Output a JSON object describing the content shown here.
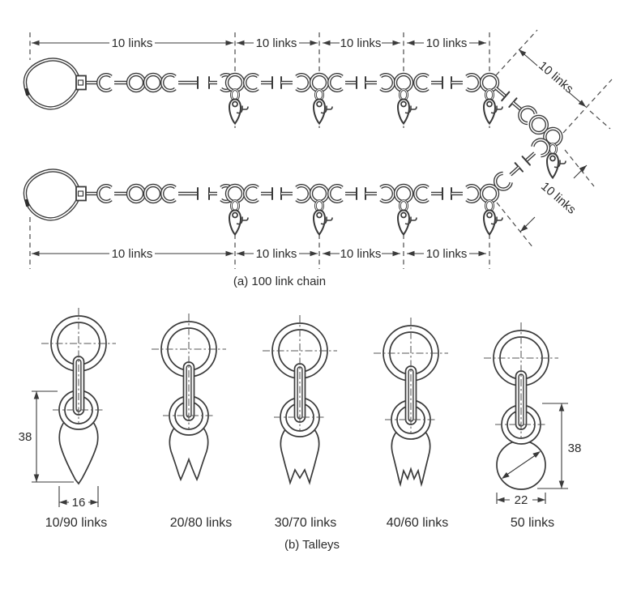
{
  "figure": {
    "part_a": {
      "caption": "(a) 100 link chain",
      "top_dimension_labels": [
        "10 links",
        "10 links",
        "10 links",
        "10 links"
      ],
      "bottom_dimension_labels": [
        "10 links",
        "10 links",
        "10 links",
        "10 links"
      ],
      "diagonal_dimension_labels": [
        "10 links",
        "10 links"
      ]
    },
    "part_b": {
      "caption": "(b) Talleys",
      "tallies": [
        {
          "label": "10/90 links",
          "teeth": 1,
          "height_dim": "38",
          "width_dim": "16"
        },
        {
          "label": "20/80 links",
          "teeth": 2
        },
        {
          "label": "30/70 links",
          "teeth": 3
        },
        {
          "label": "40/60 links",
          "teeth": 4
        },
        {
          "label": "50 links",
          "shape": "round",
          "height_dim": "38",
          "width_dim": "22"
        }
      ]
    },
    "colors": {
      "line": "#3a3a3a",
      "text": "#2b2b2b",
      "background": "#ffffff"
    }
  }
}
